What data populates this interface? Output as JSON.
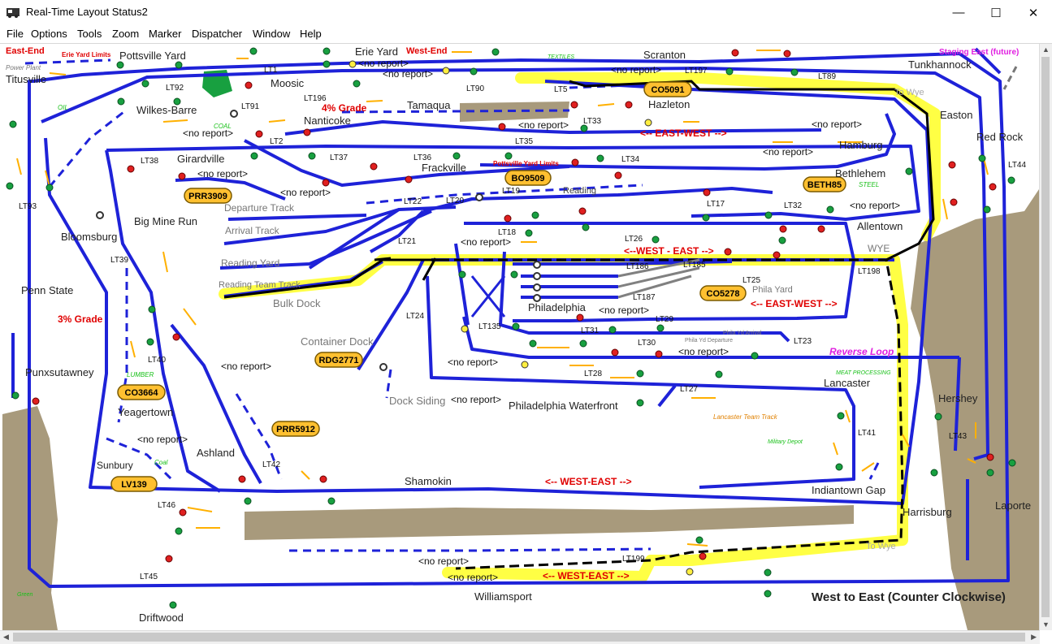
{
  "window": {
    "title": "Real-Time Layout Status2",
    "minimize": "—",
    "maximize": "☐",
    "close": "✕"
  },
  "menu": [
    "File",
    "Options",
    "Tools",
    "Zoom",
    "Marker",
    "Dispatcher",
    "Window",
    "Help"
  ],
  "colors": {
    "track": "#1e22d8",
    "highlight": "#ffff30",
    "water": "#a89a7c",
    "red_text": "#e00000",
    "green_text": "#18c018",
    "magenta_text": "#e020e0",
    "orange_text": "#e08000",
    "train_tag": "#ffc030"
  },
  "region_labels": {
    "east_end": "East-End",
    "west_end": "West-End",
    "erie_yard_limits": "Erie Yard Limits",
    "staging_east": "Staging East (future)",
    "power_plant": "Power Plant",
    "oil": "OIL",
    "coal_upper": "COAL",
    "textiles": "TEXTILES",
    "steel": "STEEL",
    "lumber": "LUMBER",
    "coal_lower": "Coal",
    "meat_processing": "MEAT PROCESSING",
    "military_depot": "Military Depot",
    "lancaster_team_track": "Lancaster Team Track",
    "pottsville_yard_limits": "Pottsville Yard Limits",
    "phila_yd_arrival": "Phila Yd Arrival",
    "phila_yd_departure": "Phila Yd Departure",
    "green_bottom": "Green"
  },
  "places": {
    "titusville": "Titusville",
    "pottsville_yard": "Pottsville Yard",
    "wilkes_barre": "Wilkes-Barre",
    "erie_yard": "Erie Yard",
    "moosic": "Moosic",
    "tamaqua": "Tamaqua",
    "scranton": "Scranton",
    "hazleton": "Hazleton",
    "nanticoke": "Nanticoke",
    "tunkhannock": "Tunkhannock",
    "easton": "Easton",
    "red_rock": "Red Rock",
    "girardville": "Girardville",
    "frackville": "Frackville",
    "hamburg": "Hamburg",
    "bethlehem": "Bethlehem",
    "allentown": "Allentown",
    "wye": "WYE",
    "big_mine_run": "Big Mine Run",
    "bloomsburg": "Bloomsburg",
    "penn_state": "Penn State",
    "philadelphia": "Philadelphia",
    "phila_yard": "Phila Yard",
    "container_dock": "Container Dock",
    "bulk_dock": "Bulk Dock",
    "dock_siding": "Dock Siding",
    "phila_waterfront": "Philadelphia Waterfront",
    "lancaster": "Lancaster",
    "punxsutawney": "Punxsutawney",
    "yeagertown": "Yeagertown",
    "ashland": "Ashland",
    "sunbury": "Sunbury",
    "shamokin": "Shamokin",
    "hershey": "Hershey",
    "indiantown_gap": "Indiantown Gap",
    "harrisburg": "Harrisburg",
    "laporte": "Laporte",
    "williamsport": "Williamsport",
    "driftwood": "Driftwood",
    "departure_track": "Departure Track",
    "arrival_track": "Arrival Track",
    "reading_yard": "Reading Yard",
    "reading_team_track": "Reading Team Track",
    "reading": "Reading",
    "to_wye_upper": "To Wye",
    "to_wye_lower": "To Wye"
  },
  "grades": {
    "four": "4% Grade",
    "three": "3% Grade"
  },
  "directions": {
    "ew_top": "<-- EAST-WEST -->",
    "we_mid": "<--WEST - EAST -->",
    "ew_phila": "<-- EAST-WEST -->",
    "we_shamokin": "<-- WEST-EAST -->",
    "we_bottom": "<-- WEST-EAST -->",
    "reverse_loop": "Reverse Loop"
  },
  "no_report": "<no report>",
  "trains": [
    {
      "id": "CO5091"
    },
    {
      "id": "BO9509"
    },
    {
      "id": "PRR3909"
    },
    {
      "id": "BETH85"
    },
    {
      "id": "CO5278"
    },
    {
      "id": "RDG2771"
    },
    {
      "id": "CO3664"
    },
    {
      "id": "PRR5912"
    },
    {
      "id": "LV139"
    }
  ],
  "blocks": [
    "LT1",
    "LT5",
    "LT89",
    "LT197",
    "LT90",
    "LT92",
    "LT91",
    "LT196",
    "LT33",
    "LT2",
    "LT35",
    "LT38",
    "LT37",
    "LT36",
    "LT34",
    "LT19",
    "LT17",
    "LT32",
    "LT44",
    "LT93",
    "LT22",
    "LT20",
    "LT18",
    "LT26",
    "LT21",
    "LT186",
    "LT185",
    "LT25",
    "LT187",
    "LT198",
    "LT39",
    "LT24",
    "LT135",
    "LT31",
    "LT29",
    "LT30",
    "LT23",
    "LT40",
    "LT28",
    "LT27",
    "LT41",
    "LT43",
    "LT42",
    "LT46",
    "LT199",
    "LT45"
  ],
  "footer_caption": "West to East (Counter Clockwise)"
}
